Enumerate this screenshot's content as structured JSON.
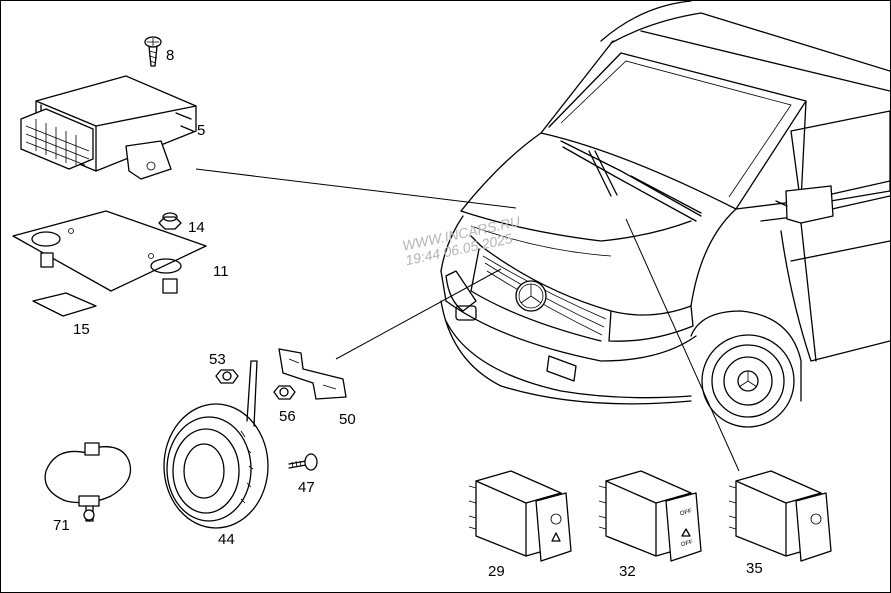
{
  "watermark": {
    "line1": "WWW.INCARS.RU",
    "line2": "19:44 06.05.2025"
  },
  "callouts": [
    {
      "id": "8",
      "text": "8"
    },
    {
      "id": "5",
      "text": "5"
    },
    {
      "id": "14",
      "text": "14"
    },
    {
      "id": "11",
      "text": "11"
    },
    {
      "id": "15",
      "text": "15"
    },
    {
      "id": "53",
      "text": "53"
    },
    {
      "id": "56",
      "text": "56"
    },
    {
      "id": "50",
      "text": "50"
    },
    {
      "id": "47",
      "text": "47"
    },
    {
      "id": "44",
      "text": "44"
    },
    {
      "id": "71",
      "text": "71"
    },
    {
      "id": "29",
      "text": "29"
    },
    {
      "id": "32",
      "text": "32"
    },
    {
      "id": "35",
      "text": "35"
    }
  ],
  "switch_32_labels": {
    "off_top": "OFF",
    "off_bottom": "OFF"
  }
}
